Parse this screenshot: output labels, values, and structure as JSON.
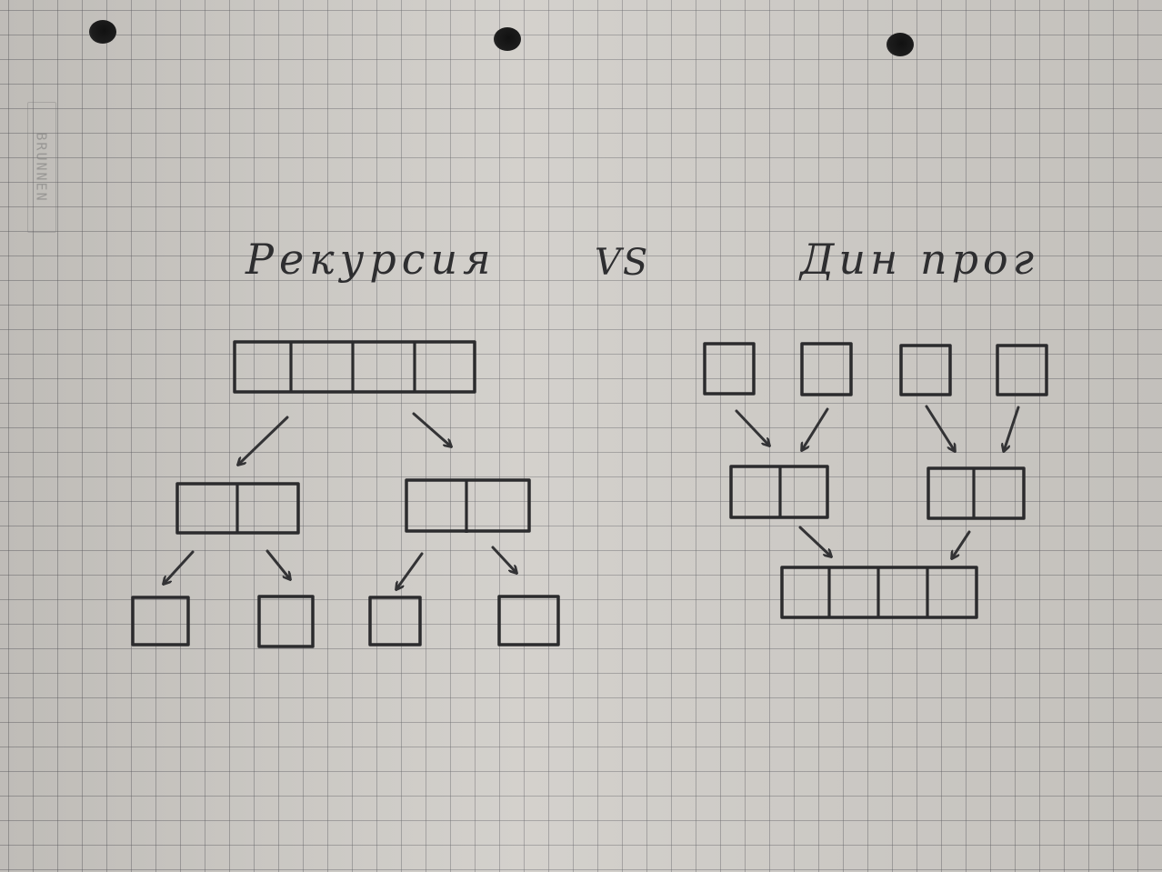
{
  "brand": "BRUNNEN",
  "titles": {
    "left": "Рекурсия",
    "vs": "VS",
    "right": "Дин  прог"
  }
}
